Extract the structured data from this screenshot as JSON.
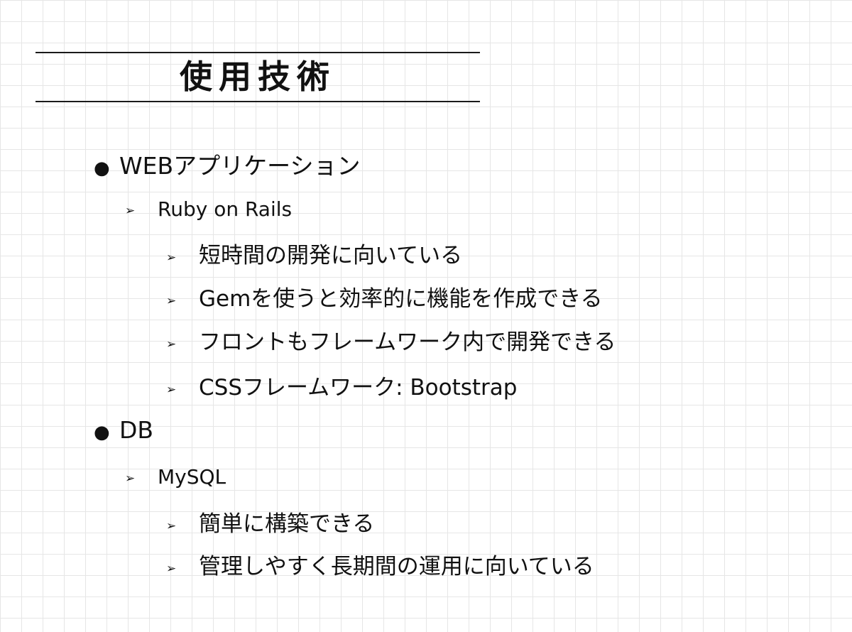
{
  "slide": {
    "title": "使用技術",
    "bullet": "●",
    "arrow": "➢",
    "sections": [
      {
        "heading": "WEBアプリケーション",
        "items": [
          {
            "label": "Ruby on Rails",
            "points": [
              "短時間の開発に向いている",
              "Gemを使うと効率的に機能を作成できる",
              "フロントもフレームワーク内で開発できる",
              "CSSフレームワーク: Bootstrap"
            ]
          }
        ]
      },
      {
        "heading": "DB",
        "items": [
          {
            "label": "MySQL",
            "points": [
              "簡単に構築できる",
              "管理しやすく長期間の運用に向いている"
            ]
          }
        ]
      }
    ]
  }
}
